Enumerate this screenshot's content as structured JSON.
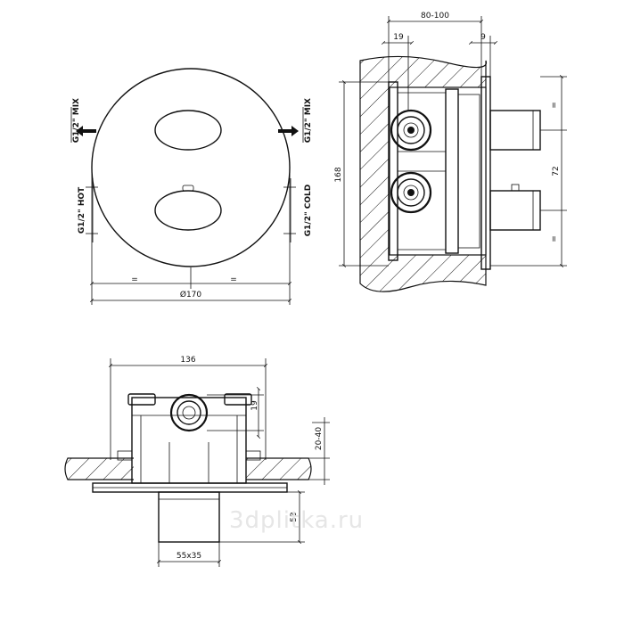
{
  "front_view": {
    "diameter_label": "Ø170",
    "port_mix_left": "G1/2\" MIX",
    "port_mix_right": "G1/2\" MIX",
    "port_hot": "G1/2\" HOT",
    "port_cold": "G1/2\" COLD"
  },
  "side_view": {
    "depth_label": "80-100",
    "inlet_label": "19",
    "plate_label": "9",
    "height_label": "168",
    "spacing_label": "72"
  },
  "top_view": {
    "width_label": "136",
    "port_label": "19",
    "wall_label": "20-40",
    "protrusion_label": "53",
    "base_label": "55x35"
  },
  "watermark": "3dplitka.ru"
}
